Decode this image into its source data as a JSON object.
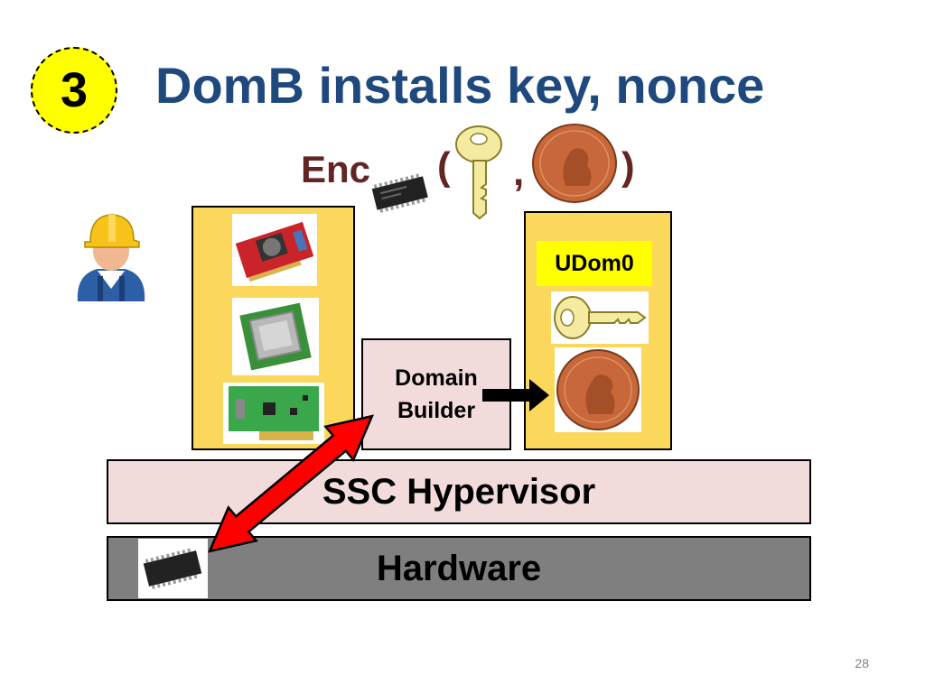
{
  "slide": {
    "step_number": "3",
    "title": "DomB installs key, nonce",
    "formula": {
      "enc_label": "Enc",
      "open_paren": "(",
      "comma": ",",
      "close_paren": ")"
    },
    "udom_label": "UDom0",
    "domain_builder_label": "Domain\nBuilder",
    "hypervisor_label": "SSC Hypervisor",
    "hardware_label": "Hardware",
    "page_number": "28"
  },
  "colors": {
    "title": "#1f497d",
    "formula": "#632523",
    "domain_panel": "#fbd75b",
    "builder": "#f2dcdb",
    "hypervisor": "#f2dcdb",
    "hardware": "#7f7f7f",
    "arrow_red": "#ff0000",
    "badge": "#ffff00"
  },
  "icons": [
    "worker-icon",
    "chip-icon",
    "key-icon",
    "penny-icon",
    "graphics-card-icon",
    "cpu-icon",
    "network-card-icon"
  ]
}
